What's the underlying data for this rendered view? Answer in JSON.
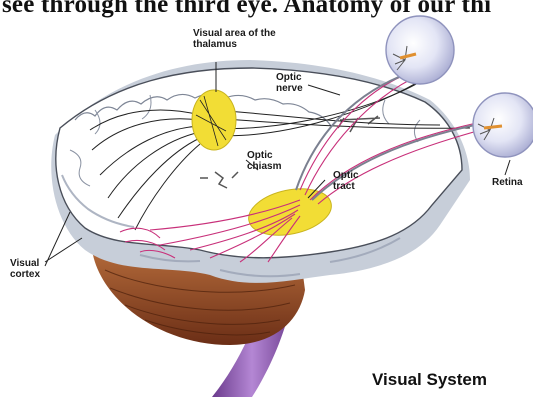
{
  "header_fragment": "see through the third eye. Anatomy of our thi",
  "labels": {
    "visual_area": "Visual area of the thalamus",
    "optic_nerve": "Optic nerve",
    "optic_chiasm": "Optic chiasm",
    "optic_tract": "Optic tract",
    "retina": "Retina",
    "visual_cortex": "Visual cortex"
  },
  "caption": "Visual System",
  "colors": {
    "thalamus_yellow": "#f2dd35",
    "nerve_pink": "#c8307a",
    "eyeball": "#d9dcf0",
    "cerebellum": "#8a4a2a",
    "brainstem": "#8a4fa8"
  }
}
